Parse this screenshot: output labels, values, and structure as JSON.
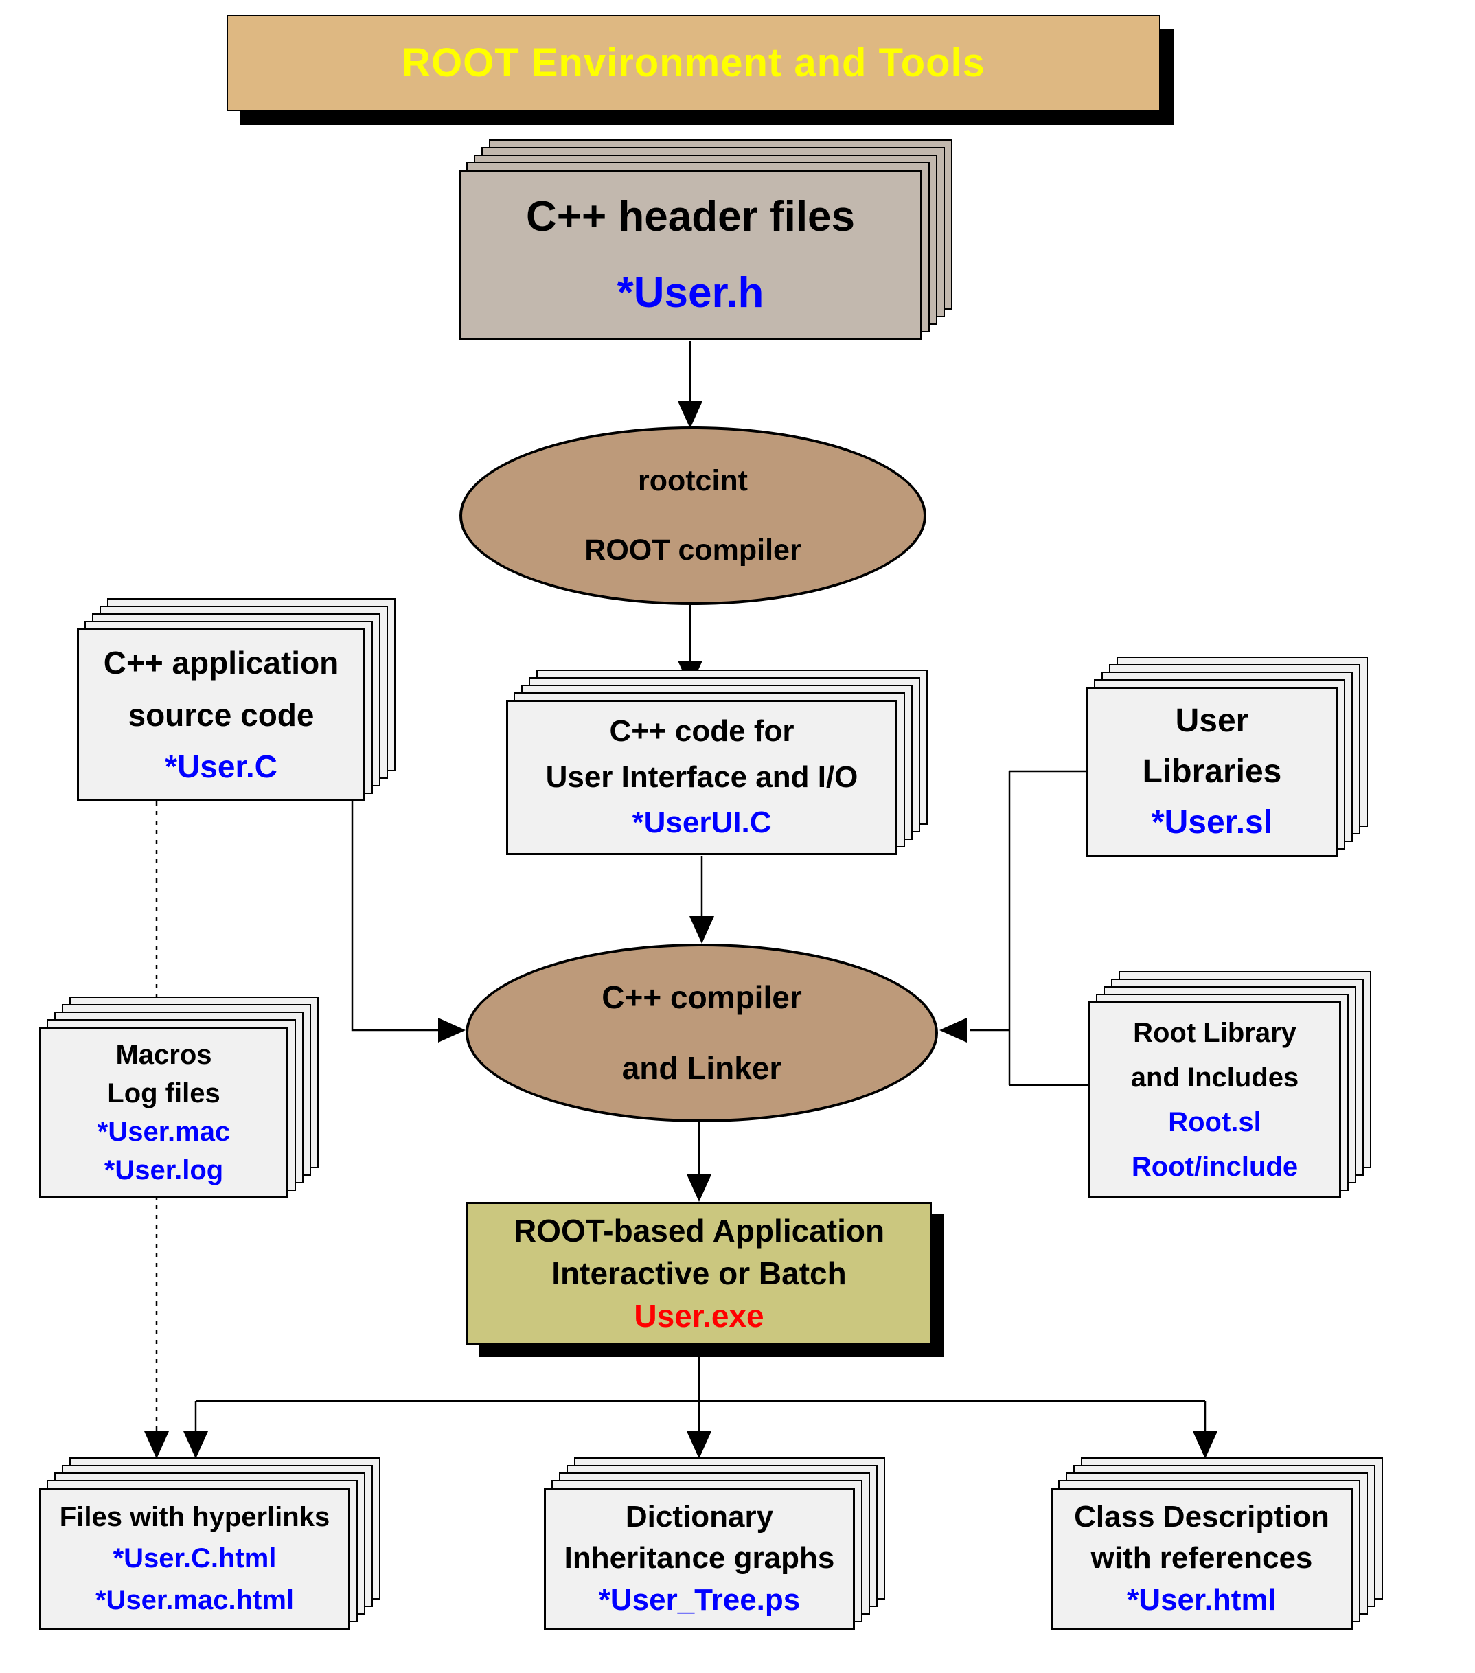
{
  "diagram_title": "ROOT Environment and Tools",
  "colors": {
    "title_bg": "#DEB882",
    "title_text": "#FFFF00",
    "header_stack_bg": "#C2B8AE",
    "ellipse_bg": "#BD9A7A",
    "page_stack_bg": "#F1F1F1",
    "application_box_bg": "#CBC77F",
    "filename_text": "#0000FF",
    "executable_text": "#FF0000",
    "wire_color": "#000000"
  },
  "nodes": {
    "header_files": {
      "lines": [
        {
          "text": "C++ header files",
          "color": "black"
        },
        {
          "text": "*User.h",
          "color": "blue"
        }
      ]
    },
    "rootcint": {
      "lines": [
        {
          "text": "rootcint",
          "color": "black"
        },
        {
          "text": "ROOT compiler",
          "color": "black"
        }
      ]
    },
    "app_source": {
      "lines": [
        {
          "text": "C++ application",
          "color": "black"
        },
        {
          "text": "source code",
          "color": "black"
        },
        {
          "text": "*User.C",
          "color": "blue"
        }
      ]
    },
    "ui_code": {
      "lines": [
        {
          "text": "C++ code for",
          "color": "black"
        },
        {
          "text": "User Interface and I/O",
          "color": "black"
        },
        {
          "text": "*UserUI.C",
          "color": "blue"
        }
      ]
    },
    "user_libraries": {
      "lines": [
        {
          "text": "User",
          "color": "black"
        },
        {
          "text": "Libraries",
          "color": "black"
        },
        {
          "text": "*User.sl",
          "color": "blue"
        }
      ]
    },
    "compiler": {
      "lines": [
        {
          "text": "C++ compiler",
          "color": "black"
        },
        {
          "text": "and Linker",
          "color": "black"
        }
      ]
    },
    "macros": {
      "lines": [
        {
          "text": "Macros",
          "color": "black"
        },
        {
          "text": "Log files",
          "color": "black"
        },
        {
          "text": "*User.mac",
          "color": "blue"
        },
        {
          "text": "*User.log",
          "color": "blue"
        }
      ]
    },
    "root_library": {
      "lines": [
        {
          "text": "Root Library",
          "color": "black"
        },
        {
          "text": "and Includes",
          "color": "black"
        },
        {
          "text": "Root.sl",
          "color": "blue"
        },
        {
          "text": "Root/include",
          "color": "blue"
        }
      ]
    },
    "application": {
      "lines": [
        {
          "text": "ROOT-based Application",
          "color": "black"
        },
        {
          "text": "Interactive or Batch",
          "color": "black"
        },
        {
          "text": "User.exe",
          "color": "red"
        }
      ]
    },
    "hyperlink_files": {
      "lines": [
        {
          "text": "Files with hyperlinks",
          "color": "black"
        },
        {
          "text": "*User.C.html",
          "color": "blue"
        },
        {
          "text": "*User.mac.html",
          "color": "blue"
        }
      ]
    },
    "dictionary": {
      "lines": [
        {
          "text": "Dictionary",
          "color": "black"
        },
        {
          "text": "Inheritance graphs",
          "color": "black"
        },
        {
          "text": "*User_Tree.ps",
          "color": "blue"
        }
      ]
    },
    "class_description": {
      "lines": [
        {
          "text": "Class Description",
          "color": "black"
        },
        {
          "text": "with references",
          "color": "black"
        },
        {
          "text": "*User.html",
          "color": "blue"
        }
      ]
    }
  }
}
